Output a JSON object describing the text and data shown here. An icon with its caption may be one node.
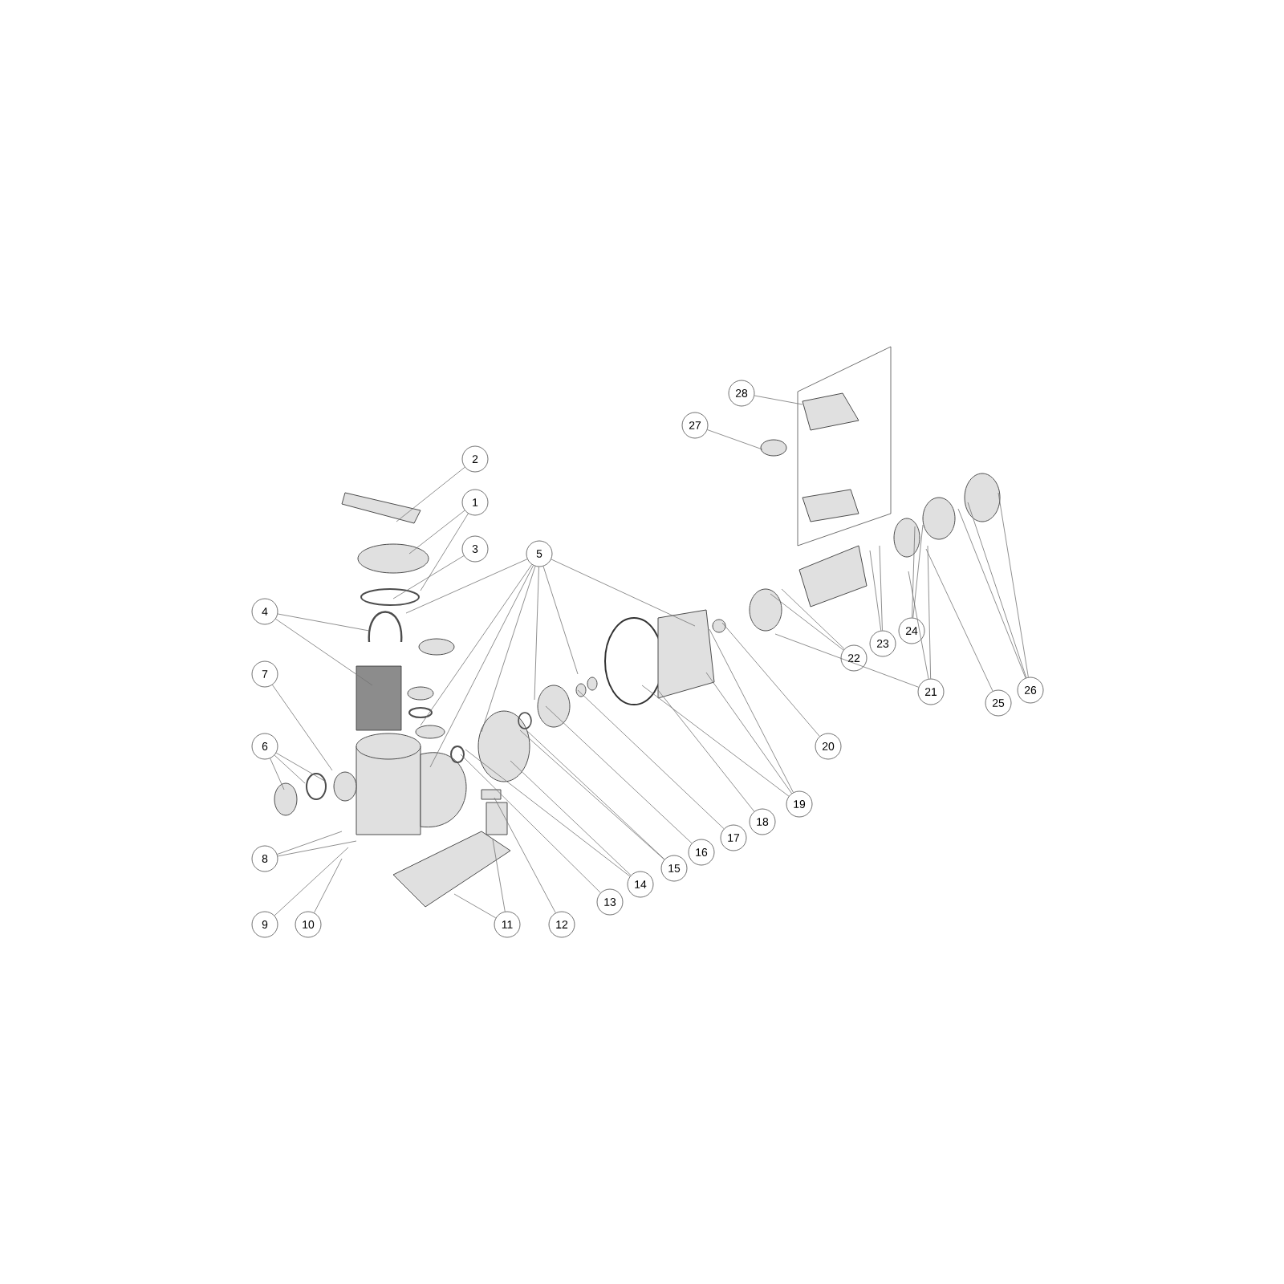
{
  "diagram": {
    "nodes": [
      {
        "text": [
          "1"
        ]
      },
      {
        "text": [
          "2"
        ]
      },
      {
        "text": [
          "3"
        ]
      },
      {
        "text": [
          "4"
        ]
      },
      {
        "text": [
          "5"
        ]
      },
      {
        "text": [
          "6"
        ]
      },
      {
        "text": [
          "7"
        ]
      },
      {
        "text": [
          "8"
        ]
      },
      {
        "text": [
          "9"
        ]
      },
      {
        "text": [
          "10"
        ]
      },
      {
        "text": [
          "11"
        ]
      },
      {
        "text": [
          "12"
        ]
      },
      {
        "text": [
          "13"
        ]
      },
      {
        "text": [
          "14"
        ]
      },
      {
        "text": [
          "15"
        ]
      },
      {
        "text": [
          "16"
        ]
      },
      {
        "text": [
          "17"
        ]
      },
      {
        "text": [
          "18"
        ]
      },
      {
        "text": [
          "19"
        ]
      },
      {
        "text": [
          "20"
        ]
      },
      {
        "text": [
          "21"
        ]
      },
      {
        "text": [
          "22"
        ]
      },
      {
        "text": [
          "23"
        ]
      },
      {
        "text": [
          "24"
        ]
      },
      {
        "text": [
          "25"
        ]
      },
      {
        "text": [
          "26"
        ]
      },
      {
        "text": [
          "27"
        ]
      },
      {
        "text": [
          "28"
        ]
      }
    ],
    "edges": [
      {
        "from": 0,
        "to": null,
        "arrow": "none"
      },
      {
        "from": 0,
        "to": null,
        "arrow": "none"
      },
      {
        "from": 1,
        "to": null,
        "arrow": "none"
      },
      {
        "from": 2,
        "to": null,
        "arrow": "none"
      },
      {
        "from": 3,
        "to": null,
        "arrow": "none"
      },
      {
        "from": 3,
        "to": null,
        "arrow": "none"
      },
      {
        "from": 4,
        "to": null,
        "arrow": "none"
      },
      {
        "from": 4,
        "to": null,
        "arrow": "none"
      },
      {
        "from": 4,
        "to": null,
        "arrow": "none"
      },
      {
        "from": 4,
        "to": null,
        "arrow": "none"
      },
      {
        "from": 4,
        "to": null,
        "arrow": "none"
      },
      {
        "from": 4,
        "to": null,
        "arrow": "none"
      },
      {
        "from": 4,
        "to": null,
        "arrow": "none"
      },
      {
        "from": 5,
        "to": null,
        "arrow": "none"
      },
      {
        "from": 5,
        "to": null,
        "arrow": "none"
      },
      {
        "from": 5,
        "to": null,
        "arrow": "none"
      },
      {
        "from": 6,
        "to": null,
        "arrow": "none"
      },
      {
        "from": 7,
        "to": null,
        "arrow": "none"
      },
      {
        "from": 7,
        "to": null,
        "arrow": "none"
      },
      {
        "from": 8,
        "to": null,
        "arrow": "none"
      },
      {
        "from": 9,
        "to": null,
        "arrow": "none"
      },
      {
        "from": 10,
        "to": null,
        "arrow": "none"
      },
      {
        "from": 10,
        "to": null,
        "arrow": "none"
      },
      {
        "from": 11,
        "to": null,
        "arrow": "none"
      },
      {
        "from": 12,
        "to": null,
        "arrow": "none"
      },
      {
        "from": 13,
        "to": null,
        "arrow": "none"
      },
      {
        "from": 13,
        "to": null,
        "arrow": "none"
      },
      {
        "from": 14,
        "to": null,
        "arrow": "none"
      },
      {
        "from": 14,
        "to": null,
        "arrow": "none"
      },
      {
        "from": 15,
        "to": null,
        "arrow": "none"
      },
      {
        "from": 16,
        "to": null,
        "arrow": "none"
      },
      {
        "from": 17,
        "to": null,
        "arrow": "none"
      },
      {
        "from": 18,
        "to": null,
        "arrow": "none"
      },
      {
        "from": 18,
        "to": null,
        "arrow": "none"
      },
      {
        "from": 18,
        "to": null,
        "arrow": "none"
      },
      {
        "from": 19,
        "to": null,
        "arrow": "none"
      },
      {
        "from": 20,
        "to": null,
        "arrow": "none"
      },
      {
        "from": 20,
        "to": null,
        "arrow": "none"
      },
      {
        "from": 20,
        "to": null,
        "arrow": "none"
      },
      {
        "from": 21,
        "to": null,
        "arrow": "none"
      },
      {
        "from": 21,
        "to": null,
        "arrow": "none"
      },
      {
        "from": 22,
        "to": null,
        "arrow": "none"
      },
      {
        "from": 22,
        "to": null,
        "arrow": "none"
      },
      {
        "from": 23,
        "to": null,
        "arrow": "none"
      },
      {
        "from": 23,
        "to": null,
        "arrow": "none"
      },
      {
        "from": 24,
        "to": null,
        "arrow": "none"
      },
      {
        "from": 25,
        "to": null,
        "arrow": "none"
      },
      {
        "from": 25,
        "to": null,
        "arrow": "none"
      },
      {
        "from": 25,
        "to": null,
        "arrow": "none"
      },
      {
        "from": 26,
        "to": null,
        "arrow": "none"
      },
      {
        "from": 27,
        "to": null,
        "arrow": "none"
      }
    ]
  }
}
